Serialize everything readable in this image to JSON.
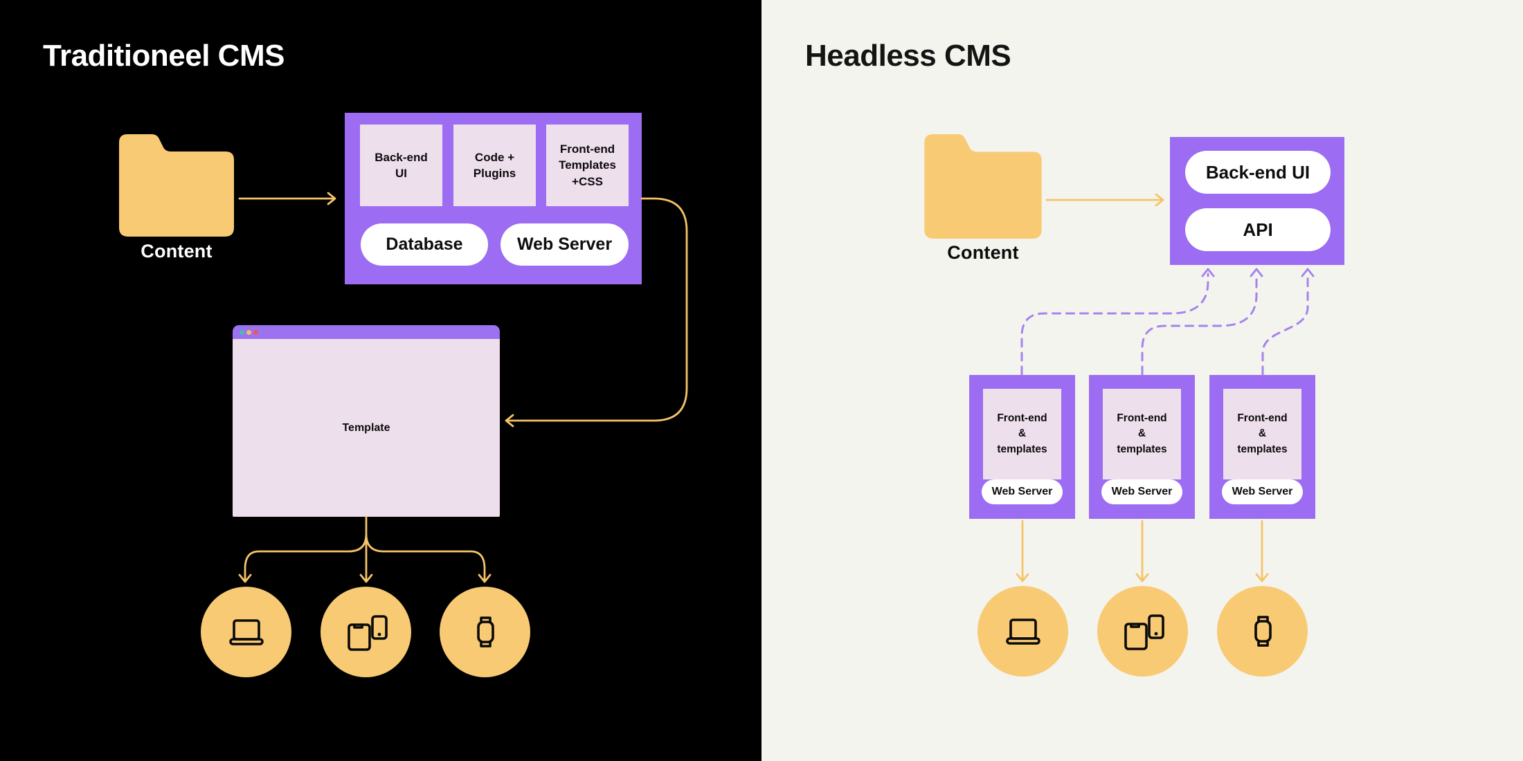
{
  "colors": {
    "left_background": "#000000",
    "right_background": "#F4F4EE",
    "purple": "#9C6DF2",
    "lavender": "#EEDFED",
    "yellow_fill": "#F8CA74",
    "yellow_arrow": "#F5C468",
    "dashed_arrow_purple": "#A583EE",
    "pill_white": "#FFFFFF",
    "text_dark": "#0B0B0B",
    "text_light": "#FFFFFF",
    "browser_dot_teal": "#3FC0B2",
    "browser_dot_yellow": "#F3BE5D",
    "browser_dot_red": "#EA5A52"
  },
  "left": {
    "title": "Traditioneel CMS",
    "folder_label": "Content",
    "cms_box": {
      "cells": [
        {
          "lines": [
            "Back-end",
            "UI"
          ]
        },
        {
          "lines": [
            "Code +",
            "Plugins"
          ]
        },
        {
          "lines": [
            "Front-end",
            "Templates",
            "+CSS"
          ]
        }
      ],
      "pills": [
        "Database",
        "Web Server"
      ]
    },
    "browser_label": "Template",
    "devices": [
      "laptop",
      "tablet-and-phone",
      "smartwatch"
    ]
  },
  "right": {
    "title": "Headless CMS",
    "folder_label": "Content",
    "api_box": {
      "pills": [
        "Back-end UI",
        "API"
      ]
    },
    "frontend_boxes": [
      {
        "lines": [
          "Front-end",
          "&",
          "templates"
        ],
        "pill": "Web Server"
      },
      {
        "lines": [
          "Front-end",
          "&",
          "templates"
        ],
        "pill": "Web Server"
      },
      {
        "lines": [
          "Front-end",
          "&",
          "templates"
        ],
        "pill": "Web Server"
      }
    ],
    "devices": [
      "laptop",
      "tablet-and-phone",
      "smartwatch"
    ]
  }
}
